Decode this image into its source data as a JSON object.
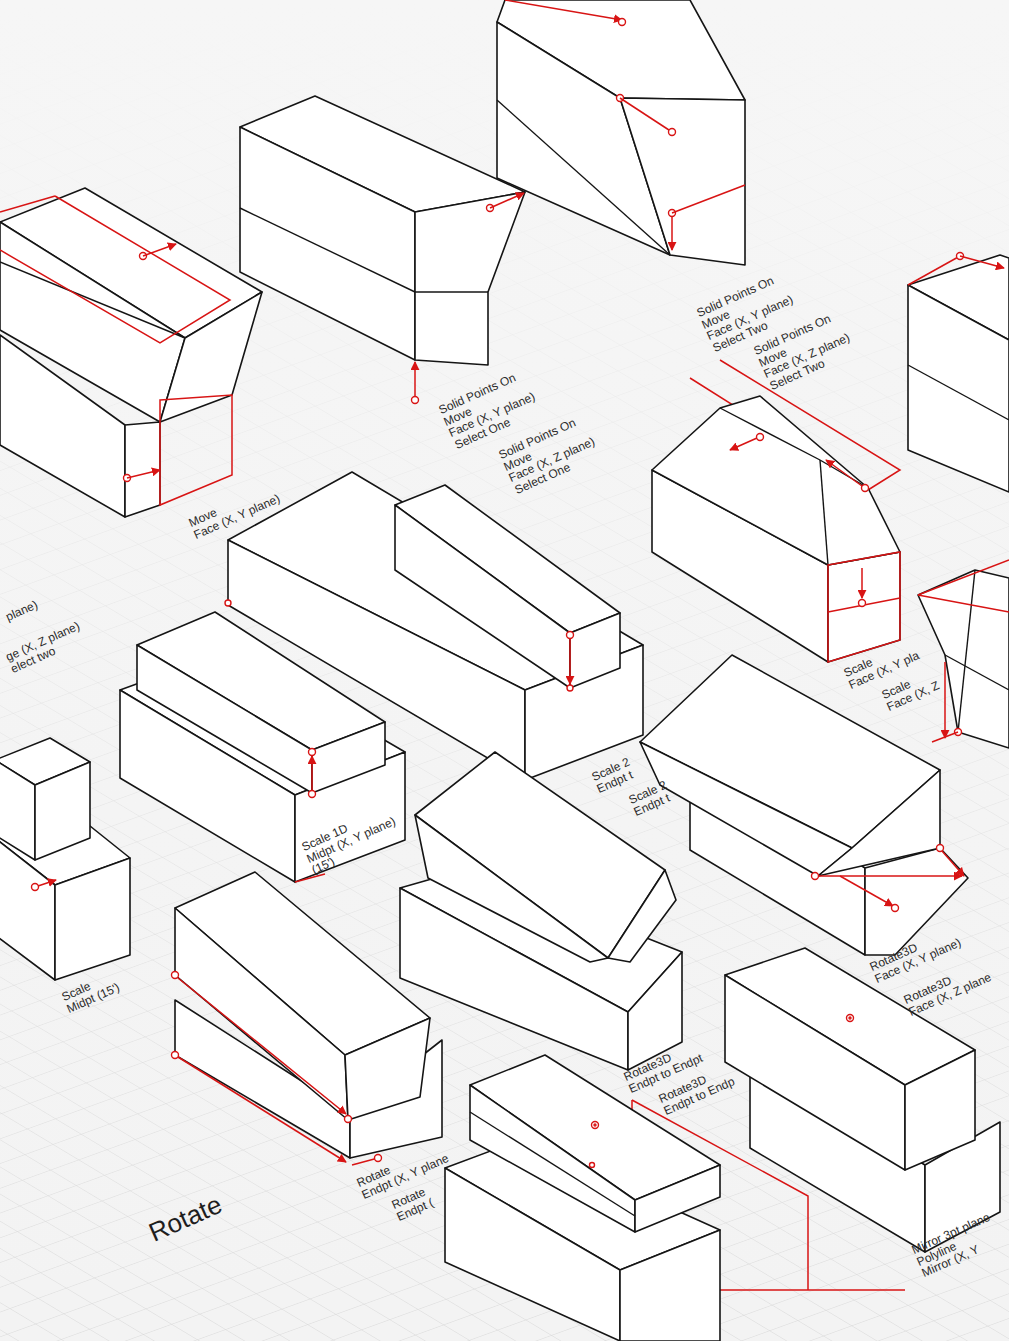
{
  "diagram": {
    "labels": [
      "Solid Points On",
      "Move",
      "Face (X, Y plane)",
      "Select Two",
      "Solid Points On",
      "Move",
      "Face (X, Z plane)",
      "Select Two",
      "Solid Points On",
      "Move",
      "Face (X, Y plane)",
      "Select One",
      "Solid Points On",
      "Move",
      "Face (X, Z plane)",
      "Select One",
      "Move",
      "Face (X, Y plane)",
      "plane)",
      "ge (X, Z plane)",
      "elect two",
      "Scale 1D",
      "Midpt (X, Y plane)",
      "(15')",
      "Scale",
      "Midpt (15')",
      "Scale 2",
      "Endpt t",
      "Scale 2",
      "Endpt t",
      "Scale",
      "Face (X, Y pla",
      "Scale",
      "Face (X, Z",
      "Rotate3D",
      "Face (X, Y plane)",
      "Rotate3D",
      "Face (X, Z plane",
      "Rotate3D",
      "Endpt to Endpt",
      "Rotate3D",
      "Endpt to Endp",
      "Rotate",
      "Endpt (X, Y plane",
      "Rotate",
      "Endpt (",
      "Rotate",
      "Mirror 3pt plane",
      "Polyline",
      "Mirror (X, Y"
    ]
  }
}
